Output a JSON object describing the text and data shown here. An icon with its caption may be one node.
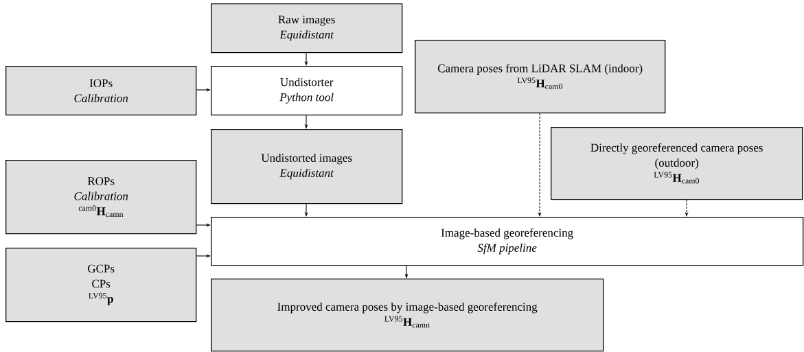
{
  "diagram": {
    "nodes": [
      {
        "text": [
          "Raw images",
          "Equidistant"
        ]
      },
      {
        "text": [
          "IOPs",
          "Calibration"
        ]
      },
      {
        "text": [
          "Undistorter",
          "Python tool"
        ]
      },
      {
        "text": [
          "Camera poses from LiDAR SLAM (indoor)",
          "$^{LV95}$**H**$_{cam0}$"
        ]
      },
      {
        "text": [
          "Undistorted images",
          "Equidistant"
        ]
      },
      {
        "text": [
          "Directly georeferenced camera poses (outdoor)",
          "$^{LV95}$**H**$_{cam0}$"
        ]
      },
      {
        "text": [
          "ROPs",
          "Calibration",
          "$^{cam0}$**H**$_{camn}$"
        ]
      },
      {
        "text": [
          "Image-based georeferencing",
          "SfM pipeline"
        ]
      },
      {
        "text": [
          "GCPs",
          "CPs",
          "$^{LV95}$**p**"
        ]
      },
      {
        "text": [
          "Improved camera poses by image-based georeferencing",
          "$^{LV95}$**H**$_{camn}$"
        ]
      }
    ],
    "edges": [
      {
        "from": 0,
        "to": 2,
        "arrow": "to"
      },
      {
        "from": 1,
        "to": 2,
        "arrow": "to"
      },
      {
        "from": 2,
        "to": 4,
        "arrow": "to"
      },
      {
        "from": 4,
        "to": 7,
        "arrow": "to"
      },
      {
        "from": 6,
        "to": 7,
        "arrow": "to"
      },
      {
        "from": 8,
        "to": 7,
        "arrow": "to"
      },
      {
        "from": 3,
        "to": 7,
        "arrow": "to",
        "style": "dashed"
      },
      {
        "from": 5,
        "to": 7,
        "arrow": "to",
        "style": "dashed"
      },
      {
        "from": 7,
        "to": 9,
        "arrow": "to"
      }
    ]
  }
}
